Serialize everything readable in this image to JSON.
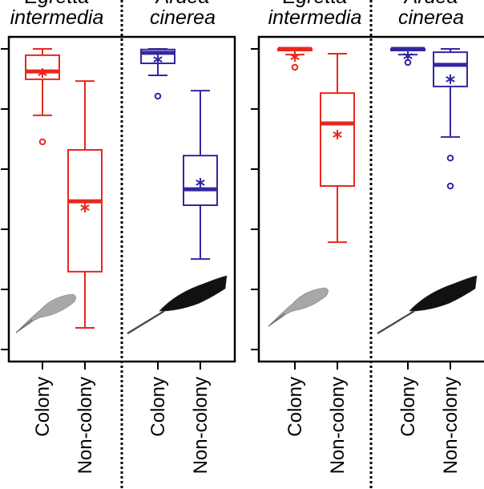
{
  "chart_data": [
    {
      "type": "box",
      "ylim": [
        0,
        1
      ],
      "yticks": [
        0,
        0.2,
        0.4,
        0.6,
        0.8,
        1.0
      ],
      "ytick_labels_shown": false,
      "groups": [
        {
          "species": "Egretta intermedia",
          "color": "#e8281e",
          "feather": "grey",
          "boxes": [
            {
              "category": "Colony",
              "whisker_low": 0.779,
              "q1": 0.899,
              "median": 0.925,
              "q3": 0.979,
              "whisker_high": 1.0,
              "mean": 0.92,
              "outliers": [
                0.691
              ]
            },
            {
              "category": "Non-colony",
              "whisker_low": 0.072,
              "q1": 0.259,
              "median": 0.493,
              "q3": 0.664,
              "whisker_high": 0.893,
              "mean": 0.472,
              "outliers": []
            }
          ]
        },
        {
          "species": "Ardea cinerea",
          "color": "#3228a0",
          "feather": "black",
          "boxes": [
            {
              "category": "Colony",
              "whisker_low": 0.912,
              "q1": 0.952,
              "median": 0.987,
              "q3": 0.998,
              "whisker_high": 1.0,
              "mean": 0.965,
              "outliers": [
                0.843
              ]
            },
            {
              "category": "Non-colony",
              "whisker_low": 0.301,
              "q1": 0.48,
              "median": 0.533,
              "q3": 0.645,
              "whisker_high": 0.861,
              "mean": 0.555,
              "outliers": []
            }
          ]
        }
      ]
    },
    {
      "type": "box",
      "ylim": [
        0,
        1
      ],
      "yticks": [
        0,
        0.2,
        0.4,
        0.6,
        0.8,
        1.0
      ],
      "ytick_labels_shown": false,
      "groups": [
        {
          "species": "Egretta intermedia",
          "color": "#e8281e",
          "feather": "grey",
          "boxes": [
            {
              "category": "Colony",
              "whisker_low": 0.981,
              "q1": 0.995,
              "median": 1.0,
              "q3": 1.0,
              "whisker_high": 1.0,
              "mean": 0.973,
              "outliers": [
                0.939
              ]
            },
            {
              "category": "Non-colony",
              "whisker_low": 0.357,
              "q1": 0.544,
              "median": 0.752,
              "q3": 0.853,
              "whisker_high": 0.984,
              "mean": 0.715,
              "outliers": []
            }
          ]
        },
        {
          "species": "Ardea cinerea",
          "color": "#3228a0",
          "feather": "black",
          "boxes": [
            {
              "category": "Colony",
              "whisker_low": 0.981,
              "q1": 0.995,
              "median": 1.0,
              "q3": 1.0,
              "whisker_high": 1.0,
              "mean": 0.976,
              "outliers": [
                0.955
              ]
            },
            {
              "category": "Non-colony",
              "whisker_low": 0.707,
              "q1": 0.875,
              "median": 0.947,
              "q3": 0.989,
              "whisker_high": 1.0,
              "mean": 0.899,
              "outliers": [
                0.637,
                0.544
              ]
            }
          ]
        }
      ]
    }
  ]
}
